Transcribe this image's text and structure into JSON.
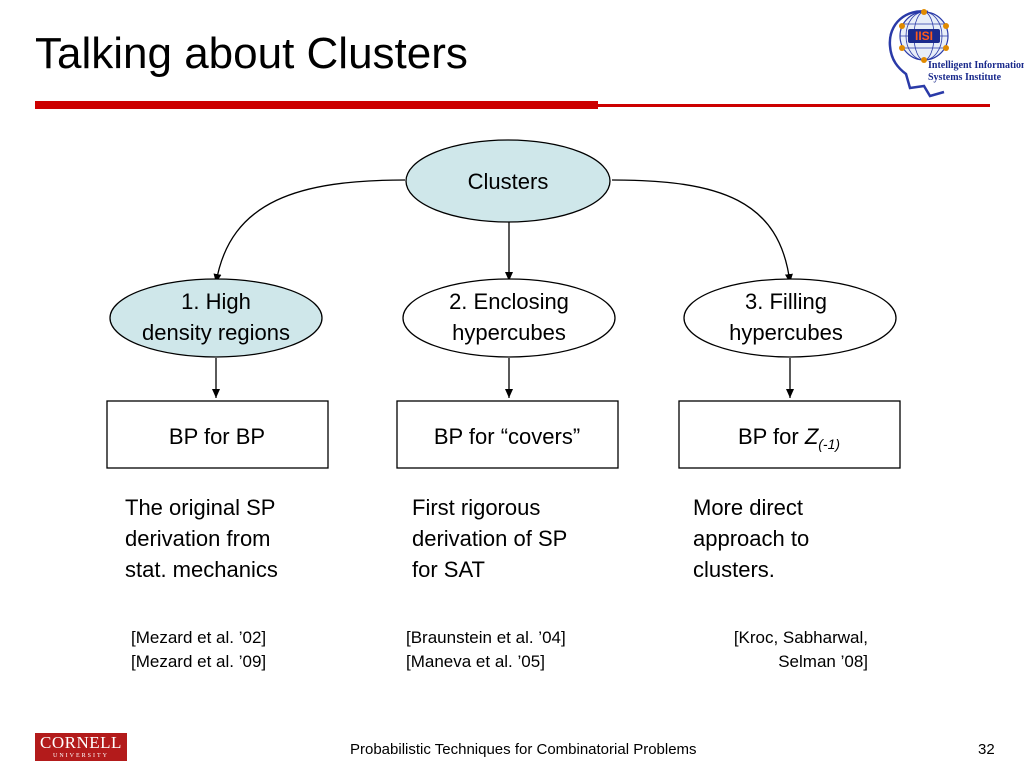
{
  "slide": {
    "title": "Talking about Clusters",
    "accent_color": "#cc0000"
  },
  "logo": {
    "line1": "Intelligent Information",
    "line2": "Systems Institute",
    "badge": "IISI"
  },
  "diagram": {
    "root": {
      "label": "Clusters",
      "fill": "#cfe7ea"
    },
    "branches": [
      {
        "node_line1": "1. High",
        "node_line2": "density regions",
        "node_fill": "#cfe7ea",
        "box_text": "BP for BP",
        "description": "The original SP\nderivation from\nstat. mechanics",
        "references": "[Mezard et al. ’02]\n[Mezard et al. ’09]"
      },
      {
        "node_line1": "2. Enclosing",
        "node_line2": "hypercubes",
        "node_fill": "#ffffff",
        "box_text": "BP for “covers”",
        "description": "First rigorous\nderivation of SP\nfor SAT",
        "references": "[Braunstein et al. ’04]\n[Maneva et al. ’05]"
      },
      {
        "node_line1": "3. Filling",
        "node_line2": "hypercubes",
        "node_fill": "#ffffff",
        "box_text_prefix": "BP for ",
        "box_text_var": "Z",
        "box_text_sub": "(-1)",
        "description": "More direct\napproach to\nclusters.",
        "references": "[Kroc, Sabharwal,\nSelman ’08]"
      }
    ]
  },
  "footer": {
    "university_logo": "CORNELL",
    "university_sub": "UNIVERSITY",
    "university_color": "#b31b1b",
    "text": "Probabilistic Techniques for Combinatorial Problems",
    "page_number": "32"
  }
}
